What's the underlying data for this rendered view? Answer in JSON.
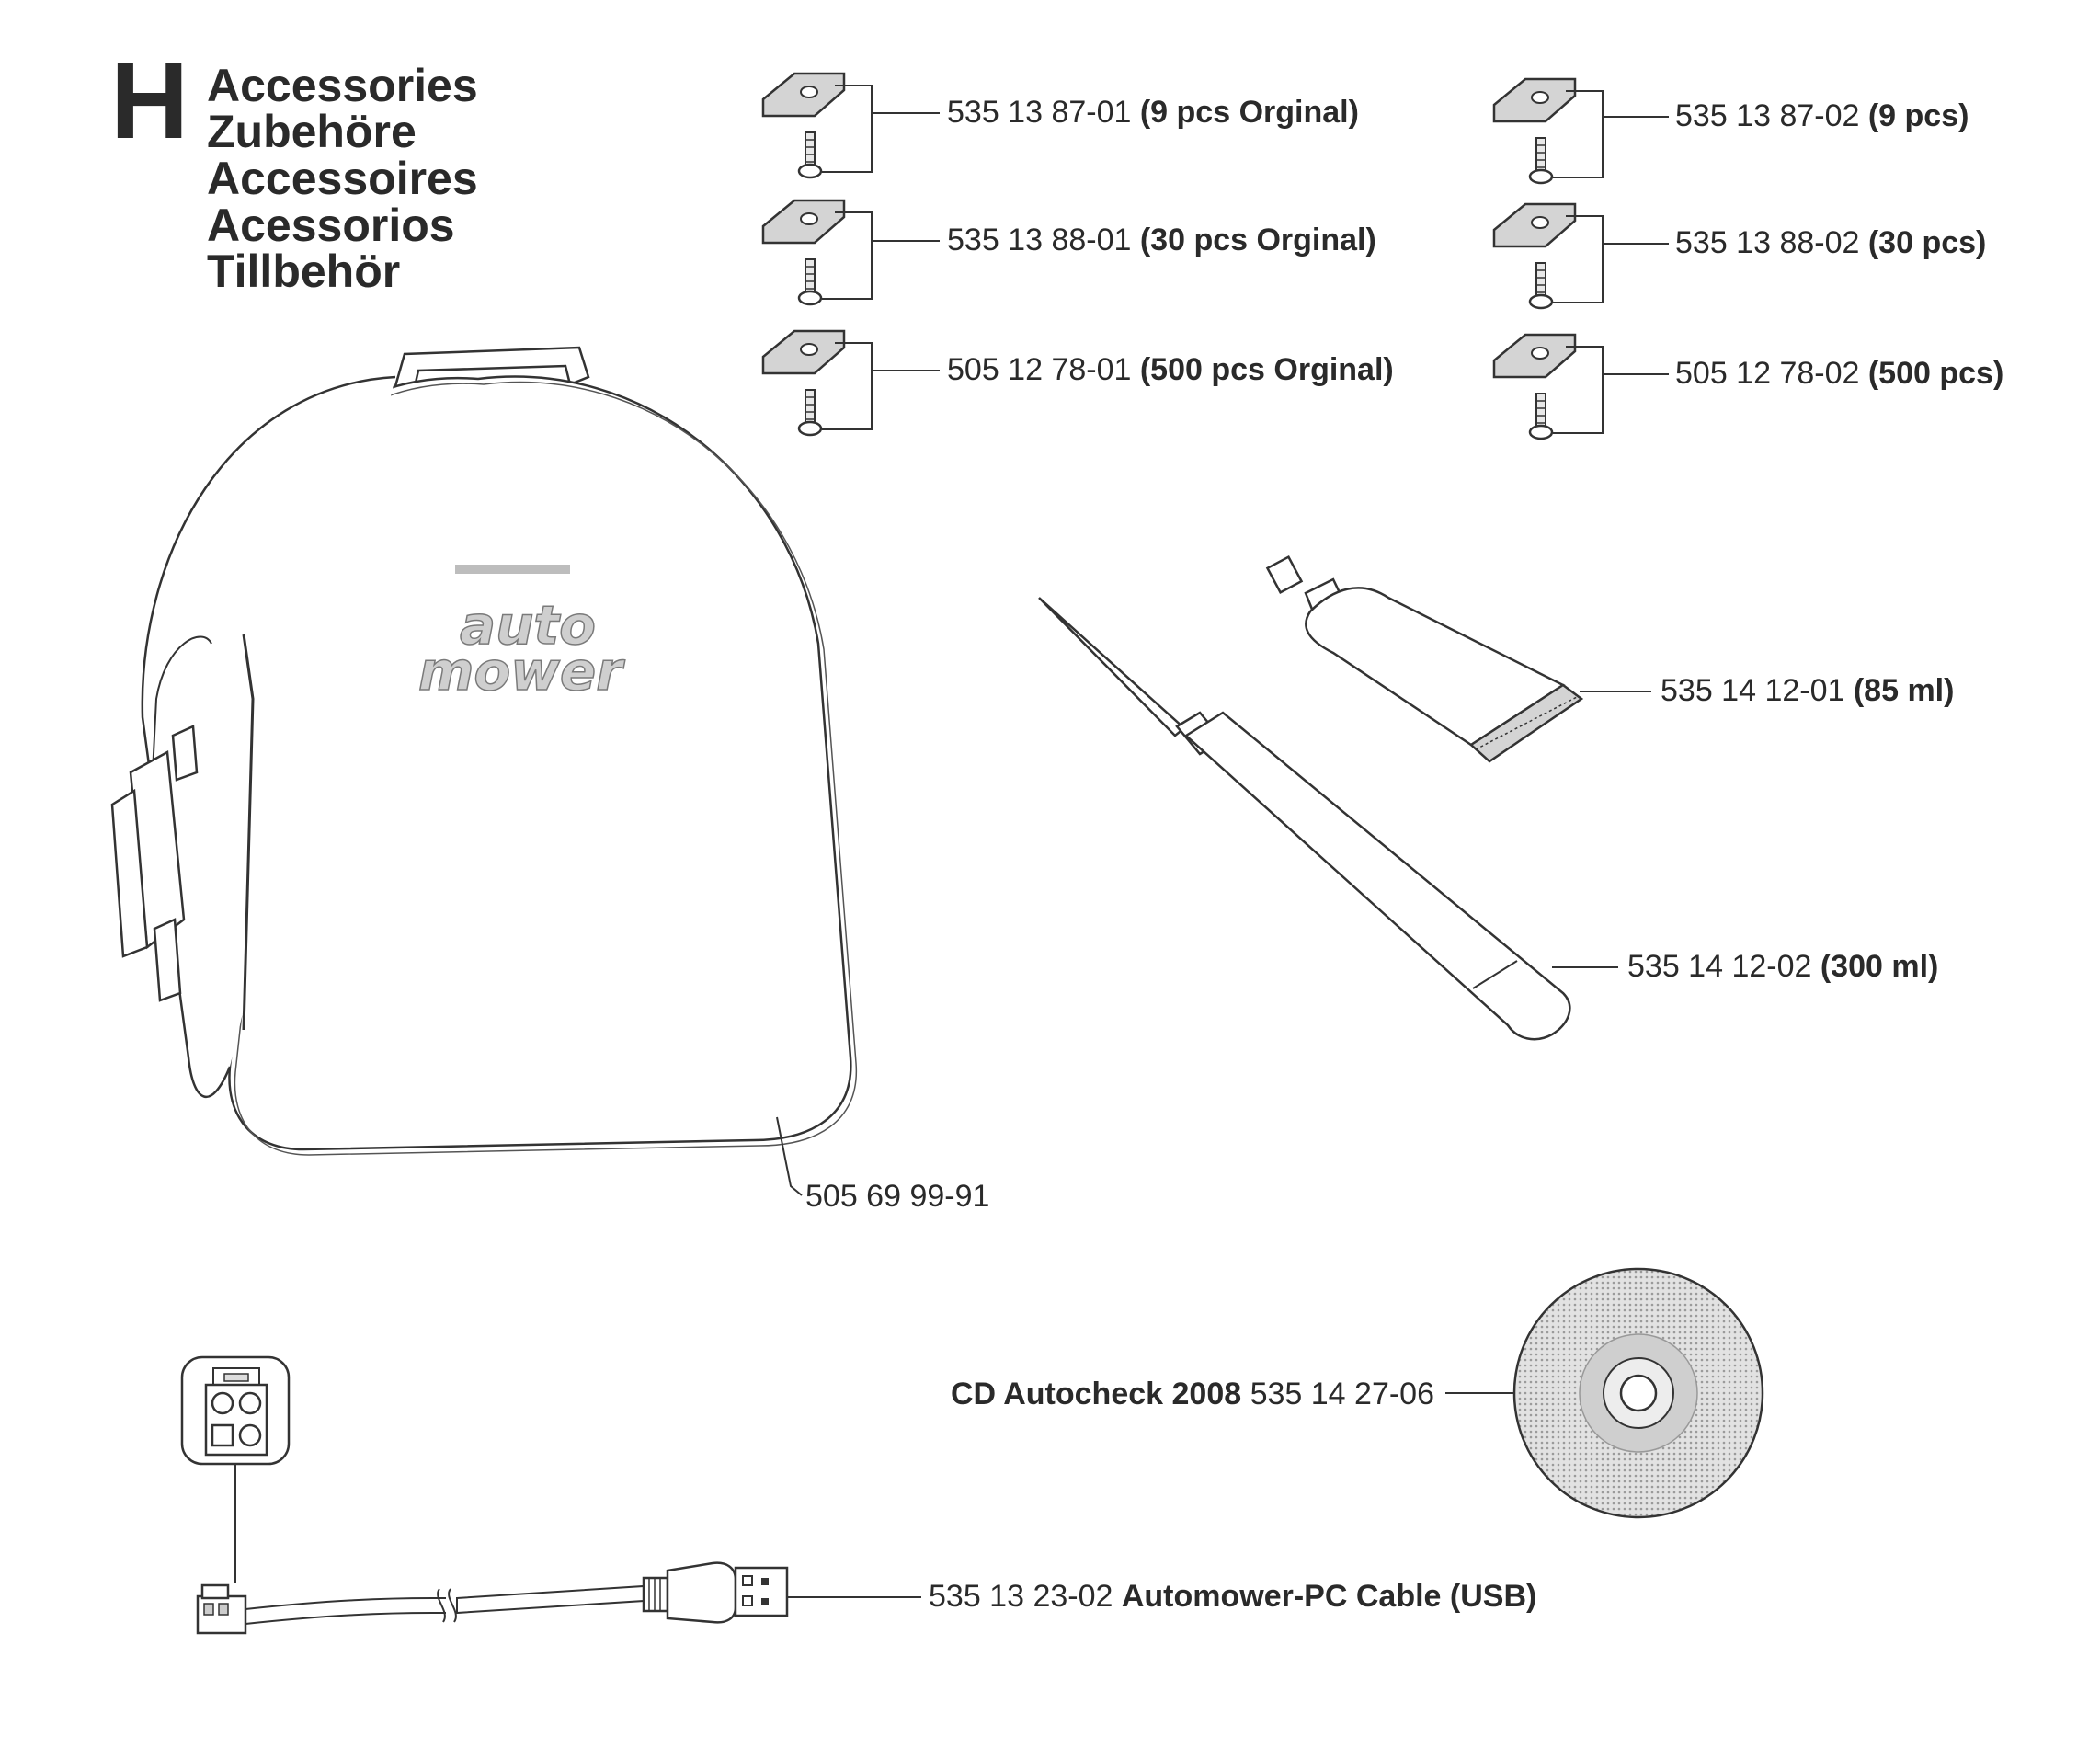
{
  "header": {
    "letter": "H",
    "titles": [
      "Accessories",
      "Zubehöre",
      "Accessoires",
      "Acessorios",
      "Tillbehör"
    ]
  },
  "blades": [
    {
      "part": "535 13 87-01",
      "qty": "(9 pcs Orginal)"
    },
    {
      "part": "535 13 88-01",
      "qty": "(30 pcs Orginal)"
    },
    {
      "part": "505 12 78-01",
      "qty": "(500 pcs Orginal)"
    },
    {
      "part": "535 13 87-02",
      "qty": "(9 pcs)"
    },
    {
      "part": "535 13 88-02",
      "qty": "(30 pcs)"
    },
    {
      "part": "505 12 78-02",
      "qty": "(500 pcs)"
    }
  ],
  "bag": {
    "part": "505 69 99-91",
    "logo_top": "auto",
    "logo_bottom": "mower"
  },
  "tube": {
    "part": "535 14 12-01",
    "qty": "(85 ml)"
  },
  "cartridge": {
    "part": "535 14 12-02",
    "qty": "(300 ml)"
  },
  "cd": {
    "name": "CD Autocheck 2008",
    "part": "535 14 27-06"
  },
  "cable": {
    "part": "535 13 23-02",
    "name": "Automower-PC Cable (USB)"
  }
}
